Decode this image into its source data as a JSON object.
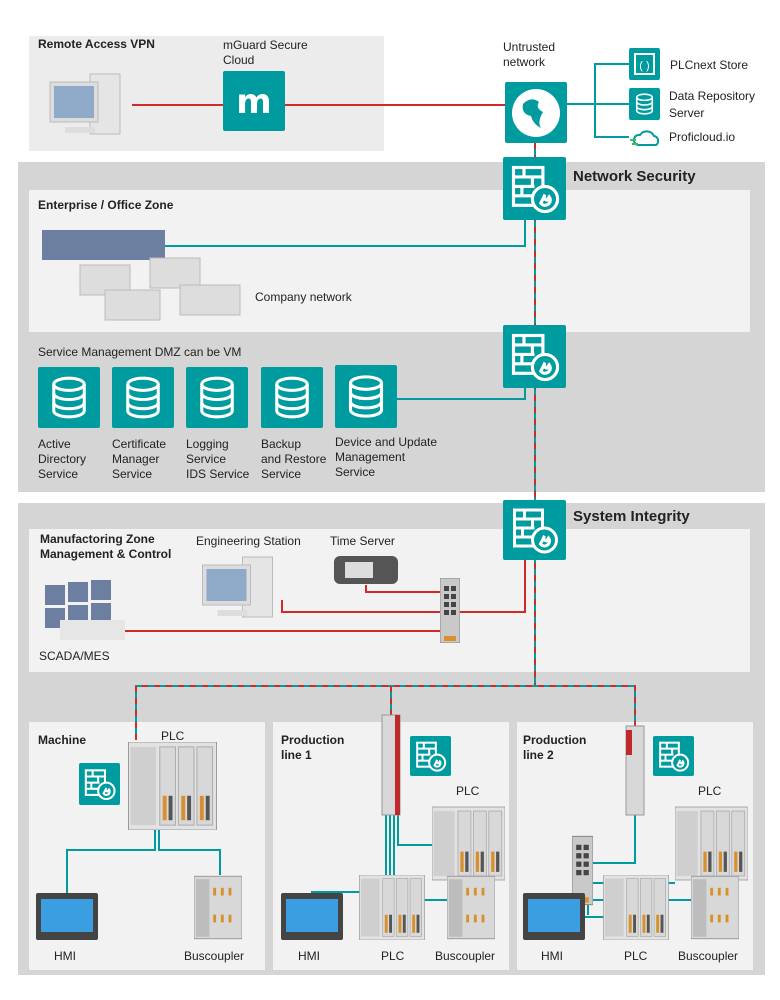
{
  "colors": {
    "teal": "#009b9f",
    "red": "#d02b2b",
    "zone_outer": "#d5d5d5",
    "zone_inner": "#f2f2f2",
    "vpn_bg": "#ececec"
  },
  "remote": {
    "title": "Remote Access VPN",
    "mguard": "mGuard Secure\nCloud",
    "mguard_l1": "mGuard Secure",
    "mguard_l2": "Cloud",
    "untrusted_l1": "Untrusted",
    "untrusted_l2": "network"
  },
  "cloud_services": {
    "plcnext": "PLCnext Store",
    "data_repo_l1": "Data Repository",
    "data_repo_l2": "Server",
    "proficloud": "Proficloud.io"
  },
  "network_security": {
    "title": "Network Security",
    "enterprise": "Enterprise / Office Zone",
    "company": "Company network",
    "dmz_title": "Service Management DMZ can be VM",
    "services": [
      {
        "l1": "Active",
        "l2": "Directory",
        "l3": "Service"
      },
      {
        "l1": "Certificate",
        "l2": "Manager",
        "l3": "Service"
      },
      {
        "l1": "Logging",
        "l2": "Service",
        "l3": "IDS Service"
      },
      {
        "l1": "Backup",
        "l2": "and Restore",
        "l3": "Service"
      },
      {
        "l1": "Device and Update",
        "l2": "Management",
        "l3": "Service"
      }
    ]
  },
  "system_integrity": {
    "title": "System Integrity",
    "mfg_l1": "Manufactoring Zone",
    "mfg_l2": "Management & Control",
    "engineering": "Engineering Station",
    "time_server": "Time Server",
    "scada": "SCADA/MES",
    "machine": {
      "title": "Machine",
      "plc": "PLC",
      "hmi": "HMI",
      "buscoupler": "Buscoupler"
    },
    "line1": {
      "title_l1": "Production",
      "title_l2": "line 1",
      "plc_top": "PLC",
      "hmi": "HMI",
      "plc": "PLC",
      "buscoupler": "Buscoupler"
    },
    "line2": {
      "title_l1": "Production",
      "title_l2": "line 2",
      "plc_top": "PLC",
      "hmi": "HMI",
      "plc": "PLC",
      "buscoupler": "Buscoupler"
    }
  }
}
